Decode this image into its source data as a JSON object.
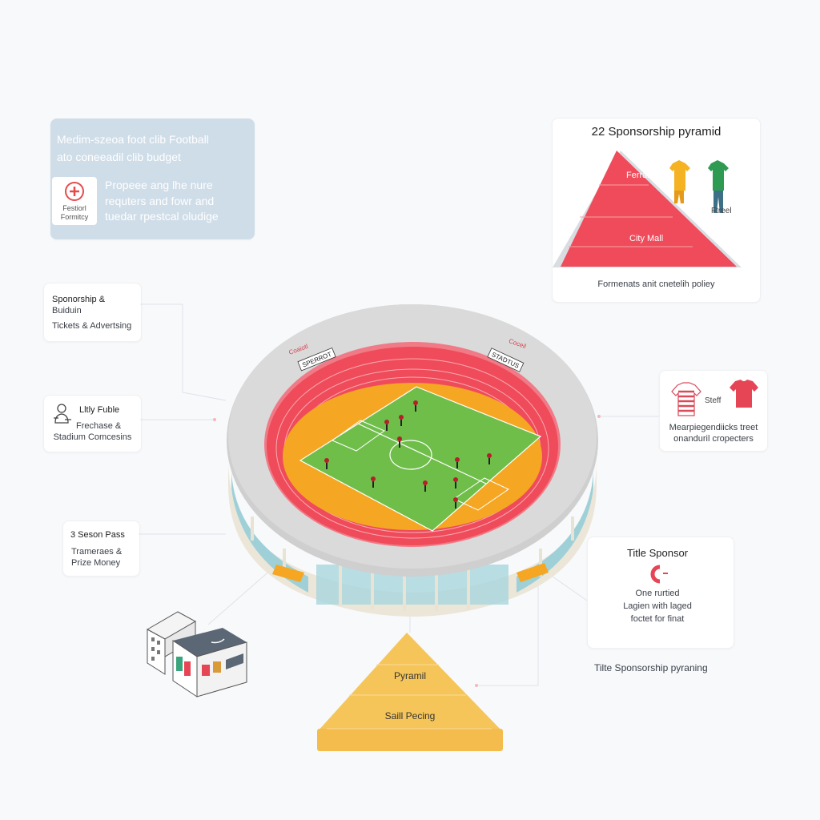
{
  "budget_card": {
    "title_line1": "Medim-szeoa foot clib Football",
    "title_line2": "ato coneeadil clib budget",
    "logo_text_line1": "Festiorl",
    "logo_text_line2": "Formitcy",
    "body_line1": "Propeee ang lhe nure",
    "body_line2": "requters and fowr and",
    "body_line3": "tuedar rpestcal oludige"
  },
  "pyramid_card": {
    "title": "22 Sponsorship pyramid",
    "tier_top": "Ferral",
    "tier_bottom": "City Mall",
    "jersey_label": "Ftreel",
    "caption": "Formenats anit cnetelih poliey"
  },
  "left_items": [
    {
      "line1": "Sponorship &",
      "line2": "Buiduin",
      "line3": "Tickets & Advertsing"
    },
    {
      "line1": "Lltly Fuble",
      "line2": "Frechase &",
      "line3": "Stadium Comcesins"
    },
    {
      "line1": "3 Seson Pass",
      "line2": "Trameraes &",
      "line3": "Prize Money"
    }
  ],
  "merch_card": {
    "label": "Steff",
    "line1": "Mearpiegendiicks treet",
    "line2": "onanduril cropecters"
  },
  "title_sponsor_card": {
    "title": "Title Sponsor",
    "line1": "One rurtied",
    "line2": "Lagien with laged",
    "line3": "foctet for finat"
  },
  "title_sponsor_caption": "Tilte Sponsorship pyraning",
  "bottom_pyramid": {
    "tier_top": "Pyramil",
    "tier_bottom": "Saill Pecing"
  },
  "stadium": {
    "banner_left": "SPERROT",
    "banner_right": "STADTUS",
    "brand_left": "Coaiotl",
    "brand_right": "Coceil"
  },
  "colors": {
    "accent_red": "#ef4b5a",
    "pitch_green": "#6fbe4a",
    "seat_orange": "#f5a623",
    "pyramid_gold": "#f6c55a",
    "card_blue": "#c9d9e5"
  }
}
